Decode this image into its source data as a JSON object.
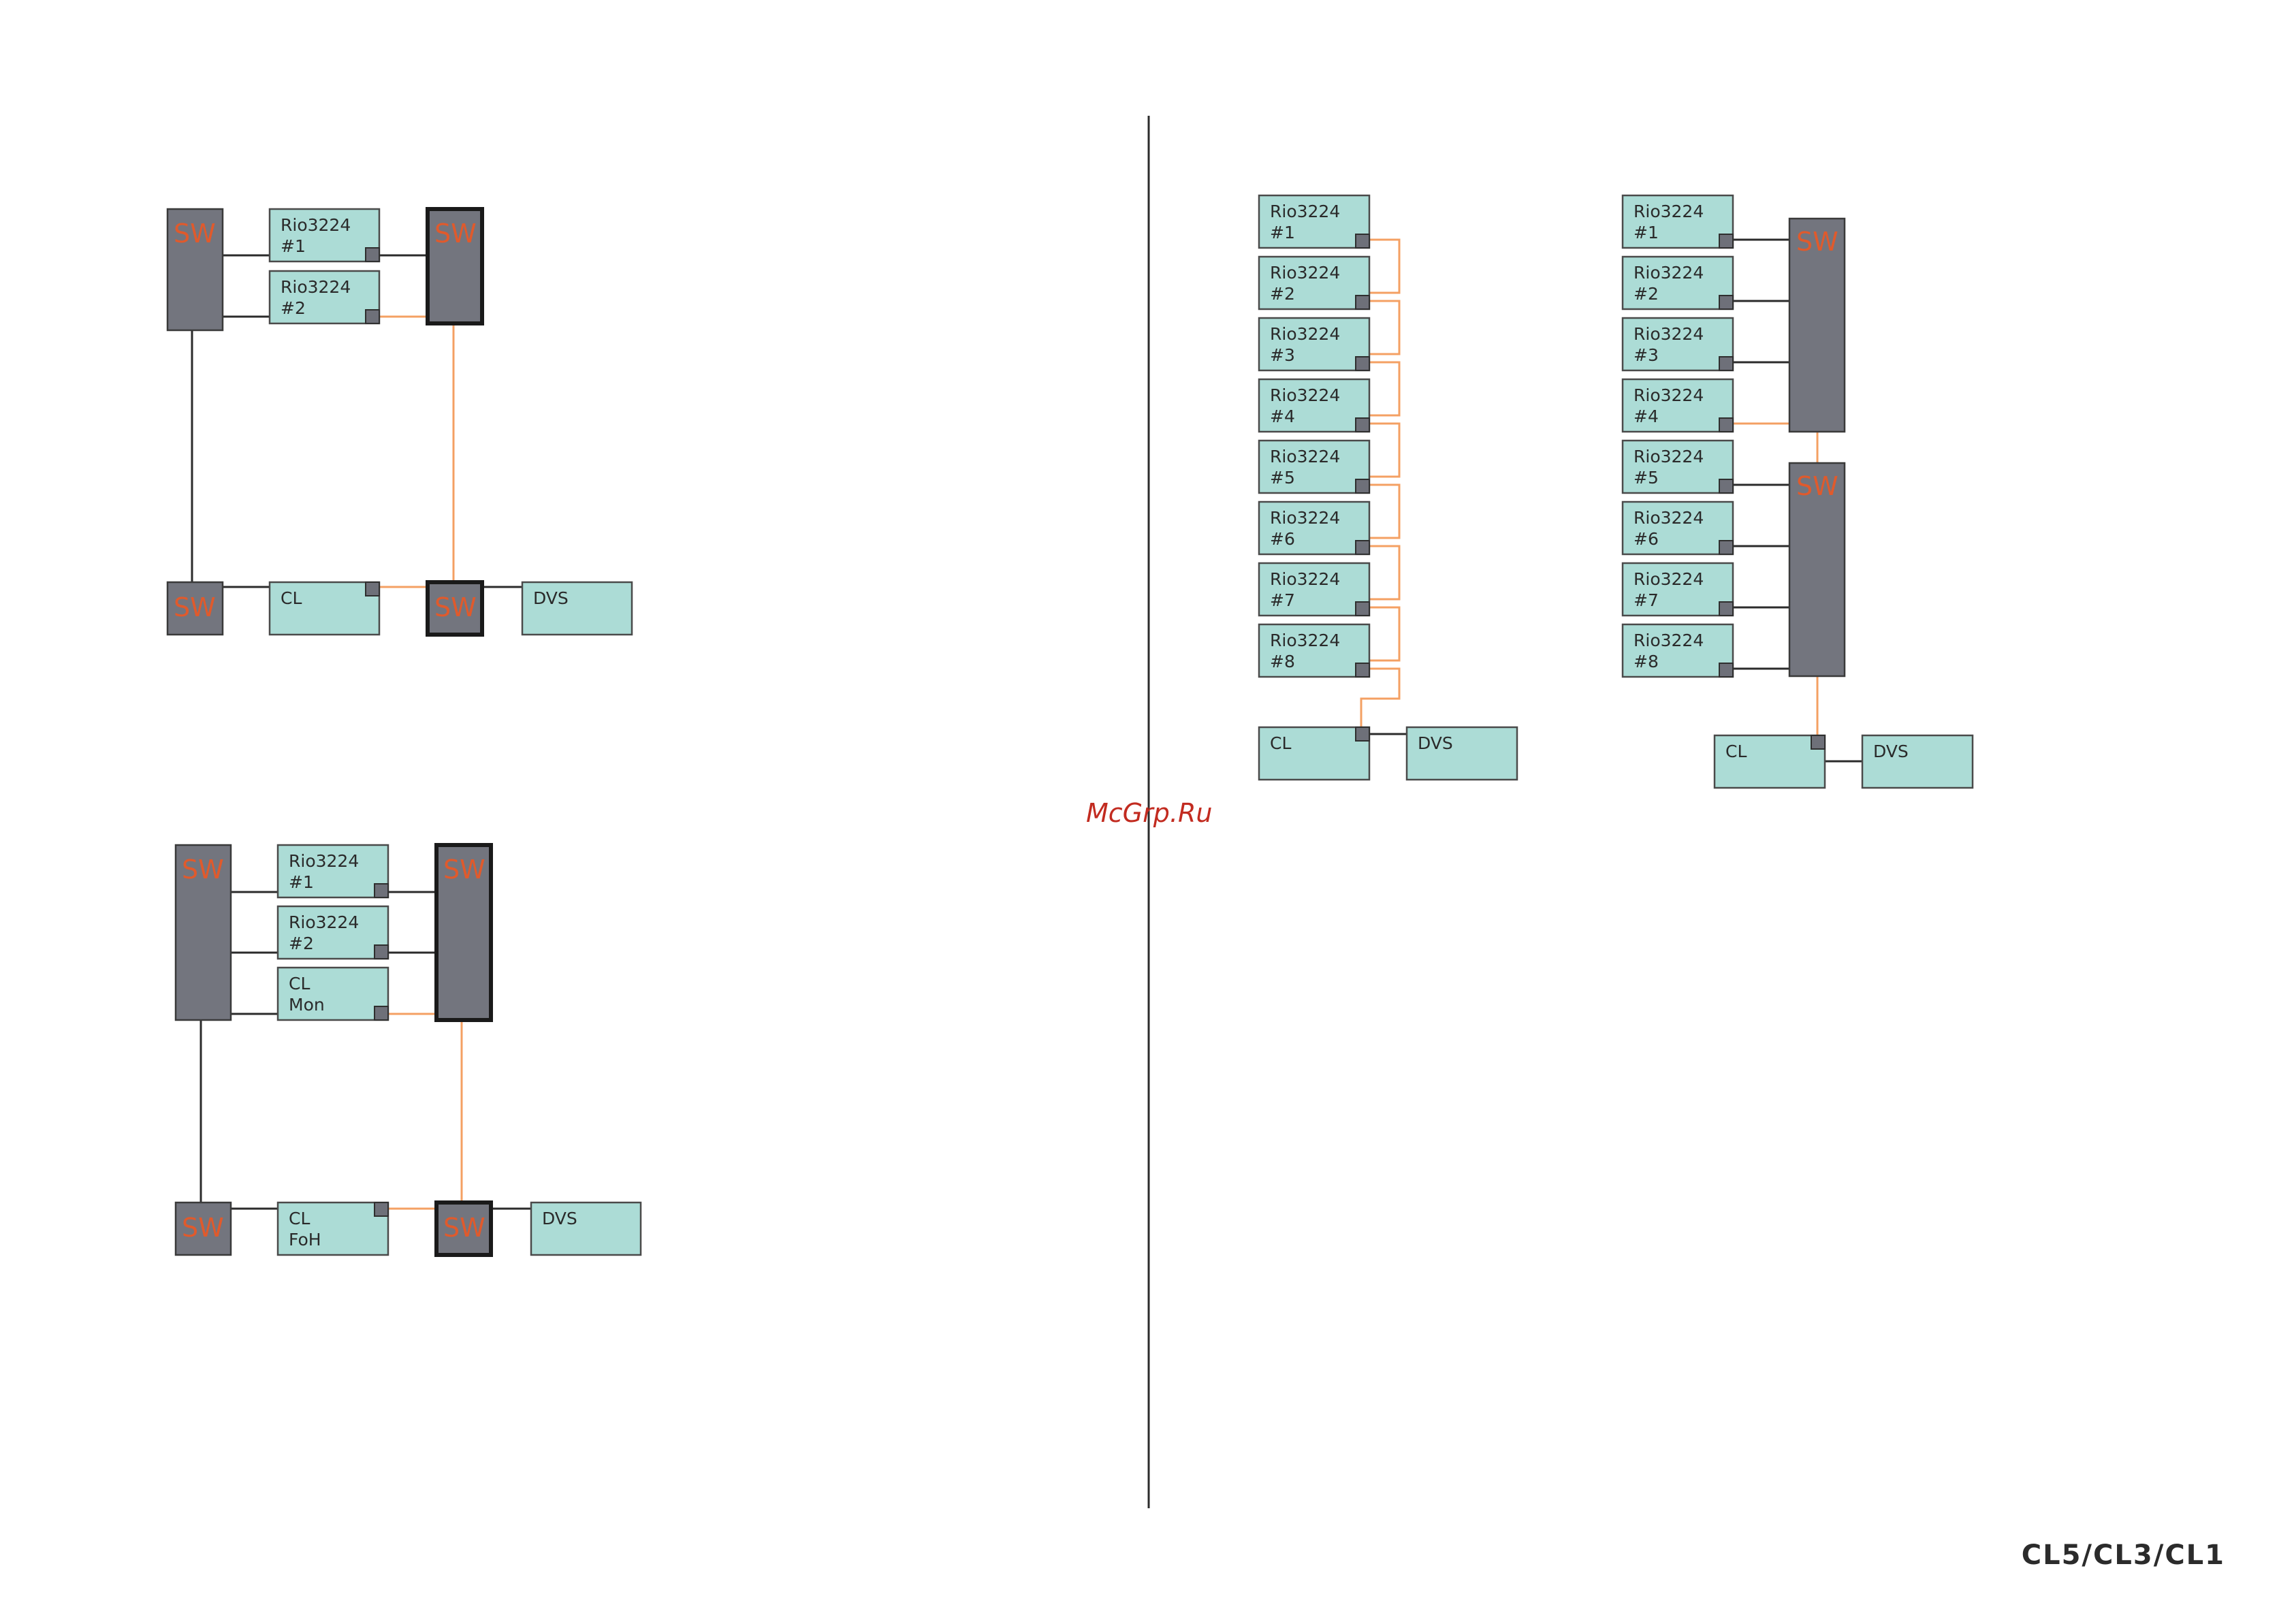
{
  "labels": {
    "sw": "SW",
    "rio1": [
      "Rio3224",
      "#1"
    ],
    "rio2": [
      "Rio3224",
      "#2"
    ],
    "rio3": [
      "Rio3224",
      "#3"
    ],
    "rio4": [
      "Rio3224",
      "#4"
    ],
    "rio5": [
      "Rio3224",
      "#5"
    ],
    "rio6": [
      "Rio3224",
      "#6"
    ],
    "rio7": [
      "Rio3224",
      "#7"
    ],
    "rio8": [
      "Rio3224",
      "#8"
    ],
    "cl": [
      "CL"
    ],
    "dvs": [
      "DVS"
    ],
    "cl_mon": [
      "CL",
      "Mon"
    ],
    "cl_foh": [
      "CL",
      "FoH"
    ]
  },
  "watermark": "McGrp.Ru",
  "footer_logo": "CL5/CL3/CL1",
  "colors": {
    "device_box": "#acdcd6",
    "switch_body": "#73757e",
    "switch_label": "#e05a2c",
    "primary_wire": "#2b2b2b",
    "secondary_wire": "#f4a063",
    "watermark": "#c22b20"
  }
}
